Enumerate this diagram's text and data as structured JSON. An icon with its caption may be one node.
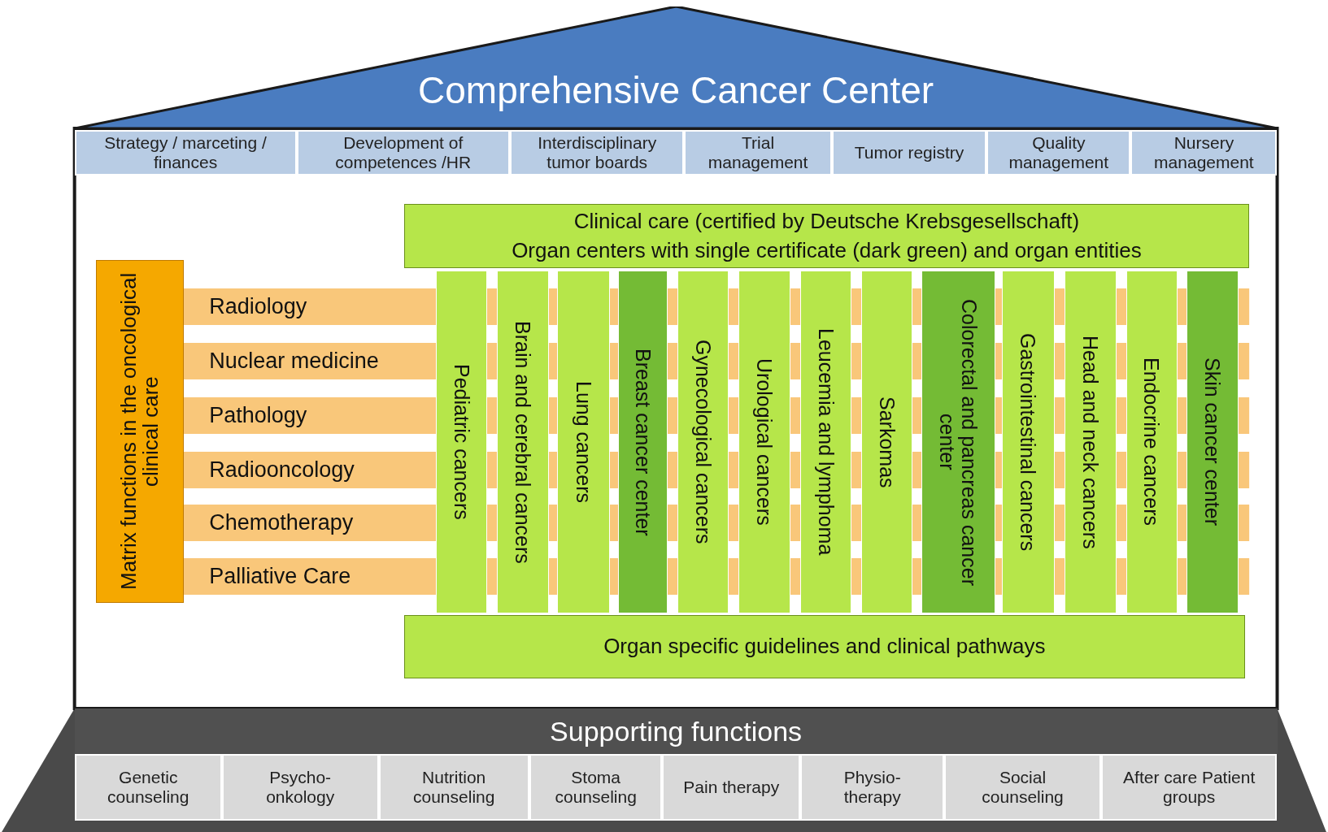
{
  "diagram": {
    "nodes": [
      {
        "text": [
          "Comprehensive Cancer Center"
        ]
      },
      {
        "text": [
          "Strategy / marceting / finances"
        ]
      },
      {
        "text": [
          "Development of competences /HR"
        ]
      },
      {
        "text": [
          "Interdisciplinary tumor boards"
        ]
      },
      {
        "text": [
          "Trial management"
        ]
      },
      {
        "text": [
          "Tumor registry"
        ]
      },
      {
        "text": [
          "Quality management"
        ]
      },
      {
        "text": [
          "Nursery management"
        ]
      },
      {
        "text": [
          "Clinical care (certified by Deutsche Krebsgesellschaft)",
          "Organ centers with single certificate (dark green) and organ entities"
        ]
      },
      {
        "text": [
          "Matrix functions in the oncological clinical care"
        ]
      },
      {
        "text": [
          "Radiology"
        ]
      },
      {
        "text": [
          "Nuclear medicine"
        ]
      },
      {
        "text": [
          "Pathology"
        ]
      },
      {
        "text": [
          "Radiooncology"
        ]
      },
      {
        "text": [
          "Chemotherapy"
        ]
      },
      {
        "text": [
          "Palliative Care"
        ]
      },
      {
        "text": [
          "Pediatric cancers"
        ]
      },
      {
        "text": [
          "Brain and cerebral cancers"
        ]
      },
      {
        "text": [
          "Lung cancers"
        ]
      },
      {
        "text": [
          "Breast cancer center"
        ]
      },
      {
        "text": [
          "Gynecological cancers"
        ]
      },
      {
        "text": [
          "Urological cancers"
        ]
      },
      {
        "text": [
          "Leucemia and lymphoma"
        ]
      },
      {
        "text": [
          "Sarkomas"
        ]
      },
      {
        "text": [
          "Colorectal and pancreas cancer center"
        ]
      },
      {
        "text": [
          "Gastrointestinal cancers"
        ]
      },
      {
        "text": [
          "Head and neck cancers"
        ]
      },
      {
        "text": [
          "Endocrine cancers"
        ]
      },
      {
        "text": [
          "Skin cancer center"
        ]
      },
      {
        "text": [
          "Organ specific guidelines and clinical pathways"
        ]
      },
      {
        "text": [
          "Supporting functions"
        ]
      },
      {
        "text": [
          "Genetic counseling"
        ]
      },
      {
        "text": [
          "Psycho- onkology"
        ]
      },
      {
        "text": [
          "Nutrition counseling"
        ]
      },
      {
        "text": [
          "Stoma counseling"
        ]
      },
      {
        "text": [
          "Pain therapy"
        ]
      },
      {
        "text": [
          "Physio- therapy"
        ]
      },
      {
        "text": [
          "Social counseling"
        ]
      },
      {
        "text": [
          "After care Patient groups"
        ]
      }
    ]
  }
}
